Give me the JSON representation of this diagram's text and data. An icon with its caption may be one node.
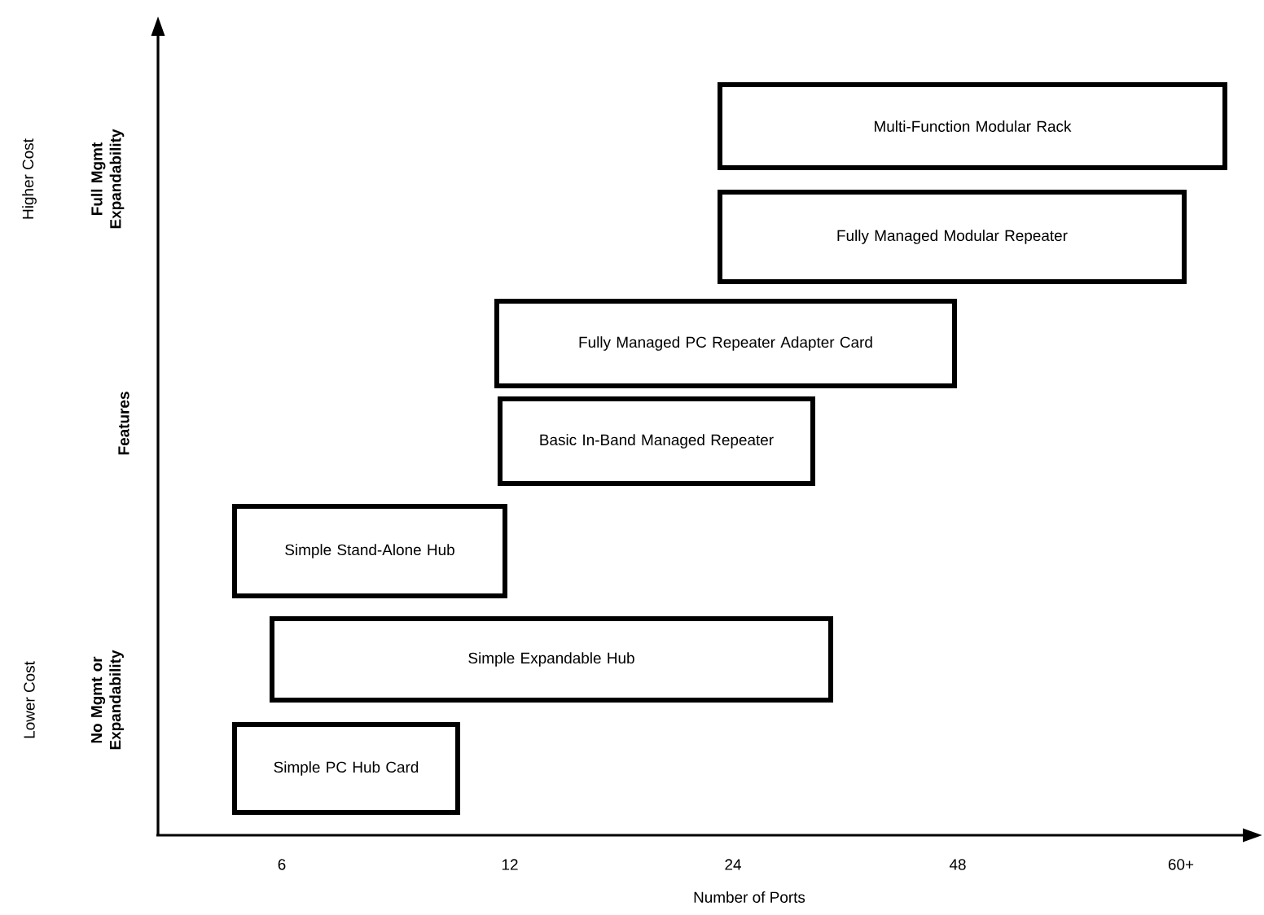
{
  "diagram": {
    "nodes": [
      {
        "text": [
          "Multi-Function Modular Rack"
        ]
      },
      {
        "text": [
          "Fully Managed Modular Repeater"
        ]
      },
      {
        "text": [
          "Fully Managed PC Repeater Adapter Card"
        ]
      },
      {
        "text": [
          "Basic In-Band Managed Repeater"
        ]
      },
      {
        "text": [
          "Simple Stand-Alone Hub"
        ]
      },
      {
        "text": [
          "Simple Expandable Hub"
        ]
      },
      {
        "text": [
          "Simple PC Hub Card"
        ]
      }
    ],
    "labels": [
      "Higher Cost",
      "Full Mgmt Expandability",
      "Features",
      "Lower Cost",
      "No Mgmt or Expandability",
      "6",
      "12",
      "24",
      "48",
      "60+",
      "Number of Ports"
    ]
  }
}
